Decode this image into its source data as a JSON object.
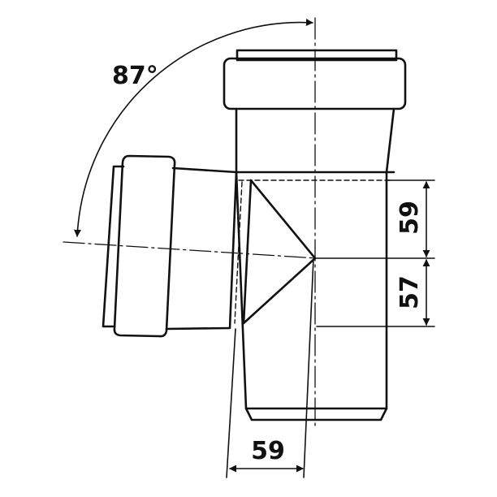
{
  "colors": {
    "ink": "#111111",
    "background": "#ffffff"
  },
  "labels": {
    "angle": "87°",
    "dim_right_upper": "59",
    "dim_right_lower": "57",
    "dim_bottom": "59"
  }
}
